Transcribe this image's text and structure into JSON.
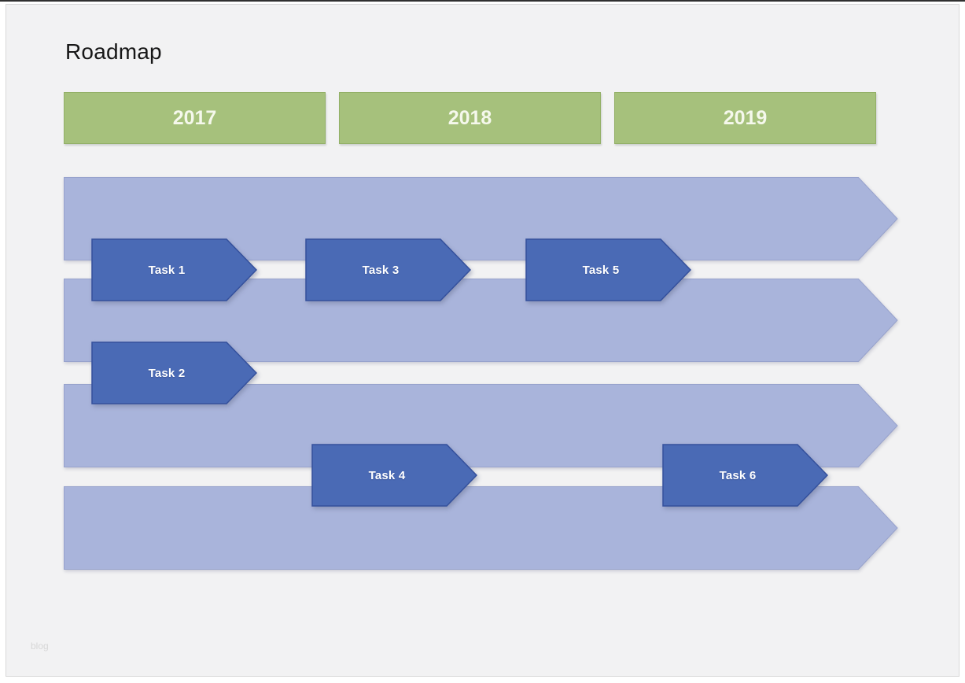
{
  "page": {
    "title": "Roadmap",
    "watermark": "blog"
  },
  "timeline": {
    "years": [
      {
        "label": "2017"
      },
      {
        "label": "2018"
      },
      {
        "label": "2019"
      }
    ],
    "lane_count": 4
  },
  "tasks": [
    {
      "label": "Task 1"
    },
    {
      "label": "Task 2"
    },
    {
      "label": "Task 3"
    },
    {
      "label": "Task 4"
    },
    {
      "label": "Task 5"
    },
    {
      "label": "Task 6"
    }
  ],
  "colors": {
    "page_background": "#f2f2f3",
    "lane_fill": "#a9b4db",
    "lane_border": "#97a2cc",
    "task_fill": "#4a6ab5",
    "task_border": "#34509c",
    "task_text": "#ffffff",
    "year_bar_fill": "#a6c17c",
    "year_bar_border": "#93b067",
    "year_text": "#f5f8ec",
    "title_text": "#171717"
  }
}
